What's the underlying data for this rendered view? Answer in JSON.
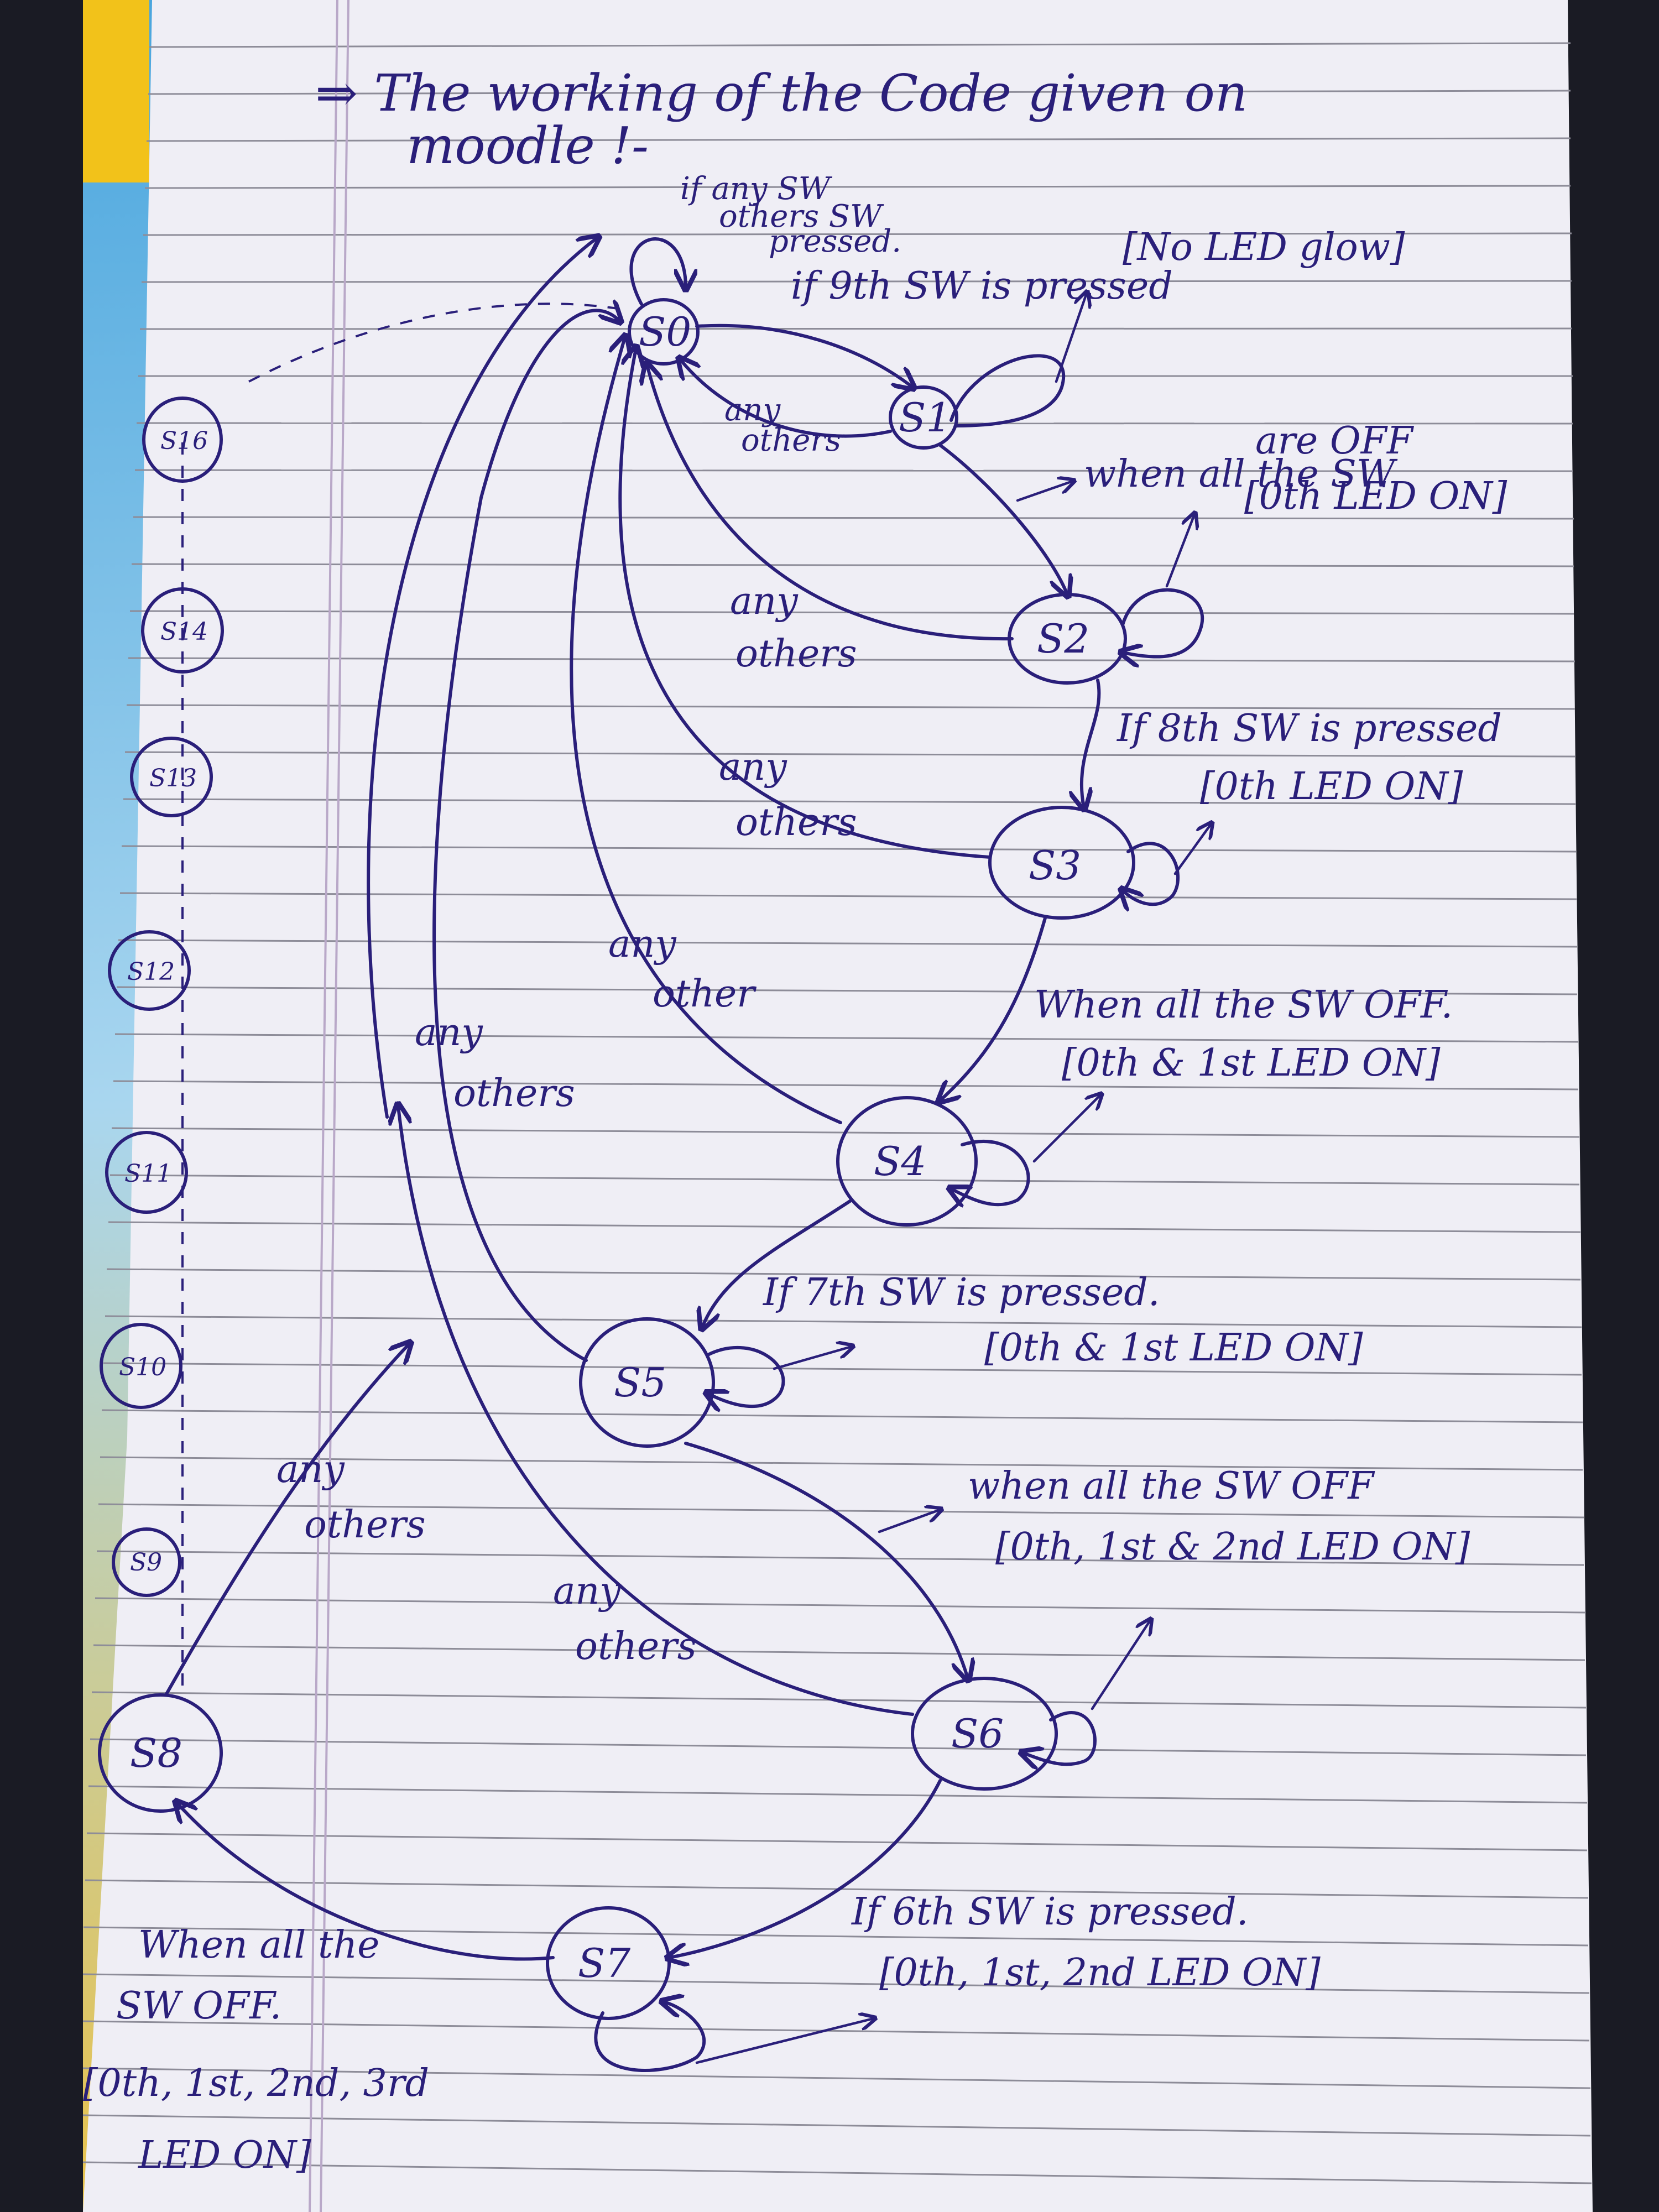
{
  "title": {
    "line1": "⇒ The working of the Code given on",
    "line2": "moodle !-"
  },
  "states": {
    "s0": "S0",
    "s1": "S1",
    "s2": "S2",
    "s3": "S3",
    "s4": "S4",
    "s5": "S5",
    "s6": "S6",
    "s7": "S7",
    "s8": "S8"
  },
  "side_states": [
    "S16",
    "S14",
    "S13",
    "S12",
    "S11",
    "S10",
    "S9"
  ],
  "notes": {
    "s0_loop_1": "if any SW",
    "s0_loop_2": "others SW",
    "s0_loop_3": "pressed.",
    "s0_s1_1": "if 9th SW is pressed",
    "s0_s1_2": "[No LED glow]",
    "s1_s2_1": "when all the SW",
    "s1_s2_2": "are OFF",
    "s1_s2_3": "[0th LED ON]",
    "s2_s3_1": "If 8th SW is pressed",
    "s2_s3_2": "[0th LED ON]",
    "s3_s4_1": "When all the SW OFF.",
    "s3_s4_2": "[0th & 1st LED ON]",
    "s4_s5_1": "If 7th SW is pressed.",
    "s4_s5_2": "[0th & 1st LED ON]",
    "s5_s6_1": "when all the SW OFF",
    "s5_s6_2": "[0th, 1st & 2nd LED ON]",
    "s6_s7_1": "If 6th SW is pressed.",
    "s6_s7_2": "[0th, 1st, 2nd LED ON]",
    "s7_s8_1": "When all the",
    "s7_s8_2": "SW OFF.",
    "s7_s8_3": "[0th, 1st, 2nd, 3rd",
    "s7_s8_4": "LED ON]",
    "any": "any",
    "others": "others",
    "other": "other"
  },
  "colors": {
    "paper": "#efeef5",
    "ink": "#2a1f7a",
    "rule_lines": "#8d8c98",
    "margin_line": "#b9a8c8",
    "binder_yellow": "#f2c21a",
    "sky_blue": "#6fb7e3",
    "background": "#1a1b24"
  }
}
